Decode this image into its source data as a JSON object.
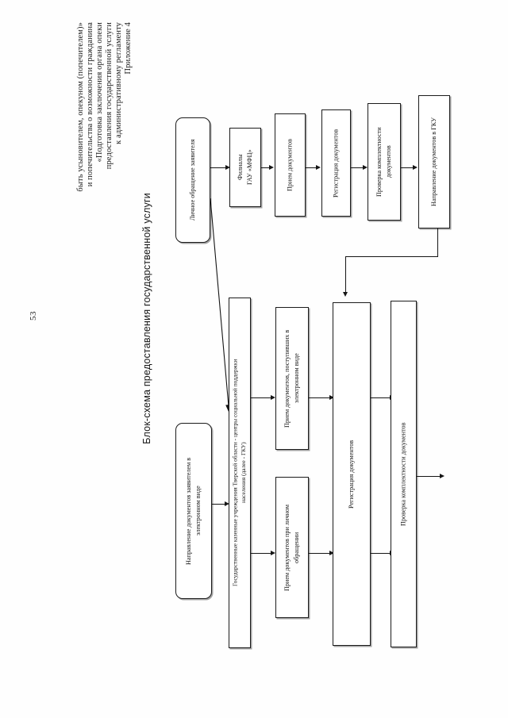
{
  "page": {
    "number": "53",
    "language": "ru"
  },
  "header": {
    "lines": [
      "Приложение 4",
      "к административному регламенту",
      "предоставления государственной услуги",
      "«Подготовка заключения органа опеки",
      "и попечительства о возможности гражданина",
      "быть усыновителем, опекуном (попечителем)»"
    ]
  },
  "title": "Блок-схема предоставления государственной услуги",
  "chart_data": {
    "type": "diagram",
    "title": "Блок-схема предоставления государственной услуги",
    "orientation": "rotated-90-landscape",
    "nodes": [
      {
        "id": "n1",
        "label": "Личное обращение заявителя",
        "shape": "rounded"
      },
      {
        "id": "n2",
        "label": "Филиалы\nГАУ «МФЦ»",
        "shape": "rect"
      },
      {
        "id": "n3",
        "label": "Прием документов",
        "shape": "rect"
      },
      {
        "id": "n4",
        "label": "Регистрация документов",
        "shape": "rect"
      },
      {
        "id": "n5",
        "label": "Проверка комплектности\nдокументов",
        "shape": "rect"
      },
      {
        "id": "n6",
        "label": "Направление документов в ГКУ",
        "shape": "rect"
      },
      {
        "id": "n7",
        "label": "Направление документов заявителем в\nэлектронном виде",
        "shape": "rounded"
      },
      {
        "id": "n8",
        "label": "Государственные казенные учреждения Тверской области - центры социальной поддержки\nнаселения  (далее - ГКУ)",
        "shape": "rect"
      },
      {
        "id": "n9",
        "label": "Прием документов при личном\nобращении",
        "shape": "rect"
      },
      {
        "id": "n10",
        "label": "Прием документов, поступивших в\nэлектронном виде",
        "shape": "rect"
      },
      {
        "id": "n11",
        "label": "Регистрация документов",
        "shape": "rect"
      },
      {
        "id": "n12",
        "label": "Проверка комплектности документов",
        "shape": "rect"
      }
    ],
    "edges": [
      {
        "from": "n1",
        "to": "n2"
      },
      {
        "from": "n2",
        "to": "n3"
      },
      {
        "from": "n3",
        "to": "n4"
      },
      {
        "from": "n4",
        "to": "n5"
      },
      {
        "from": "n5",
        "to": "n6"
      },
      {
        "from": "n6",
        "to": "n8"
      },
      {
        "from": "n1",
        "to": "n8"
      },
      {
        "from": "n7",
        "to": "n8"
      },
      {
        "from": "n8",
        "to": "n9"
      },
      {
        "from": "n8",
        "to": "n10"
      },
      {
        "from": "n9",
        "to": "n11"
      },
      {
        "from": "n10",
        "to": "n11"
      },
      {
        "from": "n11",
        "to": "n12"
      },
      {
        "from": "n12",
        "to": "next"
      }
    ]
  },
  "colors": {
    "ink": "#151515",
    "paper": "#ffffff",
    "shadow": "#5a5a5a"
  }
}
